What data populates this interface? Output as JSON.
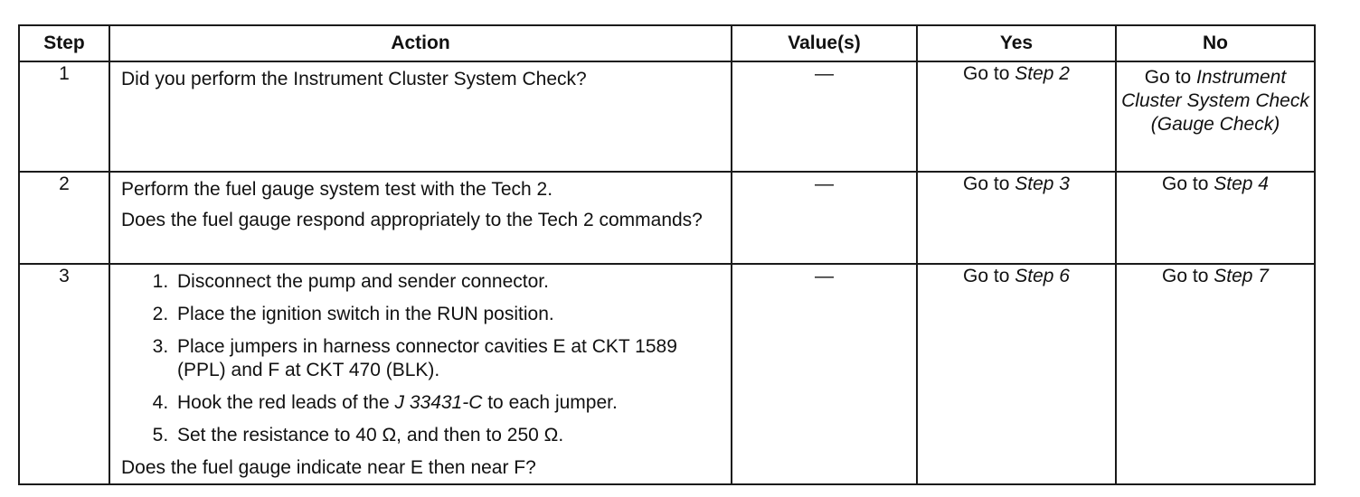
{
  "headers": {
    "step": "Step",
    "action": "Action",
    "values": "Value(s)",
    "yes": "Yes",
    "no": "No"
  },
  "rows": [
    {
      "step": "1",
      "action_lines": [
        "Did you perform the Instrument Cluster System Check?"
      ],
      "value": "—",
      "yes_prefix": "Go to ",
      "yes_ref": "Step 2",
      "no_prefix": "Go to ",
      "no_ref": "Instrument Cluster System Check (Gauge Check)"
    },
    {
      "step": "2",
      "action_lines": [
        "Perform the fuel gauge system test with the Tech 2.",
        "Does the fuel gauge respond appropriately to the Tech 2 commands?"
      ],
      "value": "—",
      "yes_prefix": "Go to ",
      "yes_ref": "Step 3",
      "no_prefix": "Go to ",
      "no_ref": "Step 4"
    },
    {
      "step": "3",
      "action_list": [
        {
          "text": "Disconnect the pump and sender connector."
        },
        {
          "text": "Place the ignition switch in the RUN position."
        },
        {
          "text": "Place jumpers in harness connector cavities E at CKT 1589 (PPL) and F at CKT 470 (BLK)."
        },
        {
          "pre": "Hook the red leads of the ",
          "ref": "J 33431-C",
          "post": " to each jumper."
        },
        {
          "text": "Set the resistance to 40 Ω, and then to 250 Ω."
        }
      ],
      "action_question": "Does the fuel gauge indicate near E then near F?",
      "value": "—",
      "yes_prefix": "Go to ",
      "yes_ref": "Step 6",
      "no_prefix": "Go to ",
      "no_ref": "Step 7"
    }
  ]
}
